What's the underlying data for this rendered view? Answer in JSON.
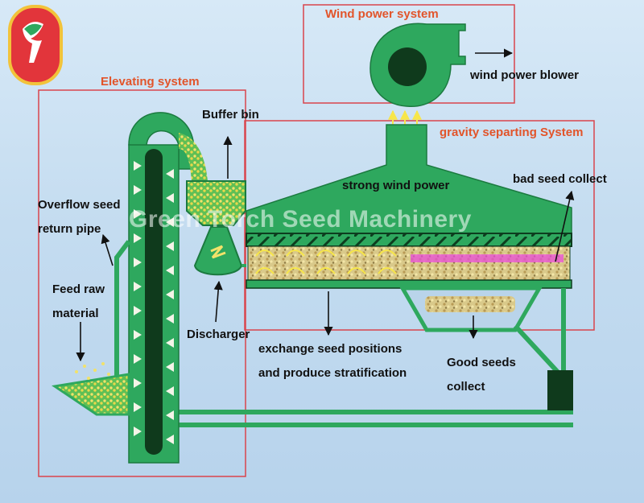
{
  "labels": {
    "wind_power_system": "Wind power system",
    "wind_power_blower": "wind power blower",
    "elevating_system": "Elevating system",
    "buffer_bin": "Buffer bin",
    "gravity_system": "gravity separting System",
    "strong_wind_power": "strong wind power",
    "bad_seed_collect": "bad seed collect",
    "overflow_line1": "Overflow seed",
    "overflow_line2": "return pipe",
    "feed_line1": "Feed raw",
    "feed_line2": "material",
    "discharger": "Discharger",
    "exchange_line1": "exchange seed positions",
    "exchange_line2": "and produce stratification",
    "good_seeds_line1": "Good seeds",
    "good_seeds_line2": "collect"
  },
  "watermark": "Green Torch Seed Machinery",
  "colors": {
    "machine_green": "#2ea85e",
    "machine_dark": "#1b7a3f",
    "frame_red": "#d9444c",
    "label_orange": "#e2542a",
    "seed_yellow": "#f2e26a",
    "bad_seed_pink": "#e84ad8",
    "arrow_yellow": "#f7e64a"
  },
  "icons": {
    "logo": "green-torch-logo-icon",
    "blower": "blower-fan-icon"
  }
}
